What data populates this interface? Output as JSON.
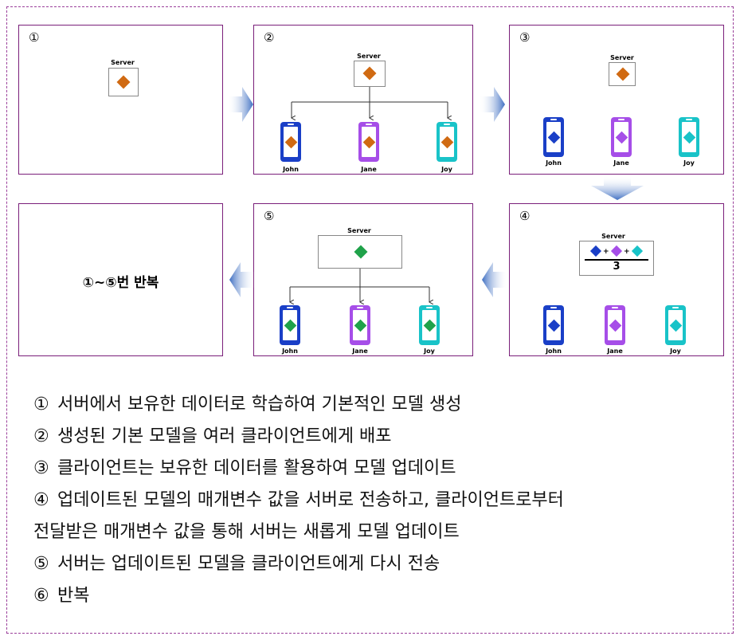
{
  "panels": {
    "p1": {
      "num": "①",
      "server": "Server"
    },
    "p2": {
      "num": "②",
      "server": "Server",
      "clients": [
        "John",
        "Jane",
        "Joy"
      ]
    },
    "p3": {
      "num": "③",
      "server": "Server",
      "clients": [
        "John",
        "Jane",
        "Joy"
      ]
    },
    "p4": {
      "num": "④",
      "server": "Server",
      "denominator": "3",
      "plus": "+",
      "clients": [
        "John",
        "Jane",
        "Joy"
      ]
    },
    "p5": {
      "num": "⑤",
      "server": "Server",
      "clients": [
        "John",
        "Jane",
        "Joy"
      ]
    },
    "p6": {
      "text": "①~⑤번 반복"
    }
  },
  "colors": {
    "panel_border": "#7a1f7a",
    "server_model": "#d06a12",
    "john": "#1a3fc7",
    "jane": "#a64ee8",
    "joy": "#19c3c8",
    "global_model": "#1fa24a",
    "flow_arrow": "#4c79c6"
  },
  "steps": [
    {
      "circ": "①",
      "text": "서버에서 보유한 데이터로 학습하여 기본적인 모델 생성"
    },
    {
      "circ": "②",
      "text": "생성된 기본 모델을 여러 클라이언트에게 배포"
    },
    {
      "circ": "③",
      "text": "클라이언트는 보유한 데이터를 활용하여 모델 업데이트"
    },
    {
      "circ": "④",
      "text": "업데이트된 모델의 매개변수 값을 서버로 전송하고, 클라이언트로부터"
    },
    {
      "circ": "",
      "text": "전달받은 매개변수 값을 통해 서버는 새롭게 모델 업데이트"
    },
    {
      "circ": "⑤",
      "text": "서버는 업데이트된 모델을 클라이언트에게 다시 전송"
    },
    {
      "circ": "⑥",
      "text": "반복"
    }
  ]
}
